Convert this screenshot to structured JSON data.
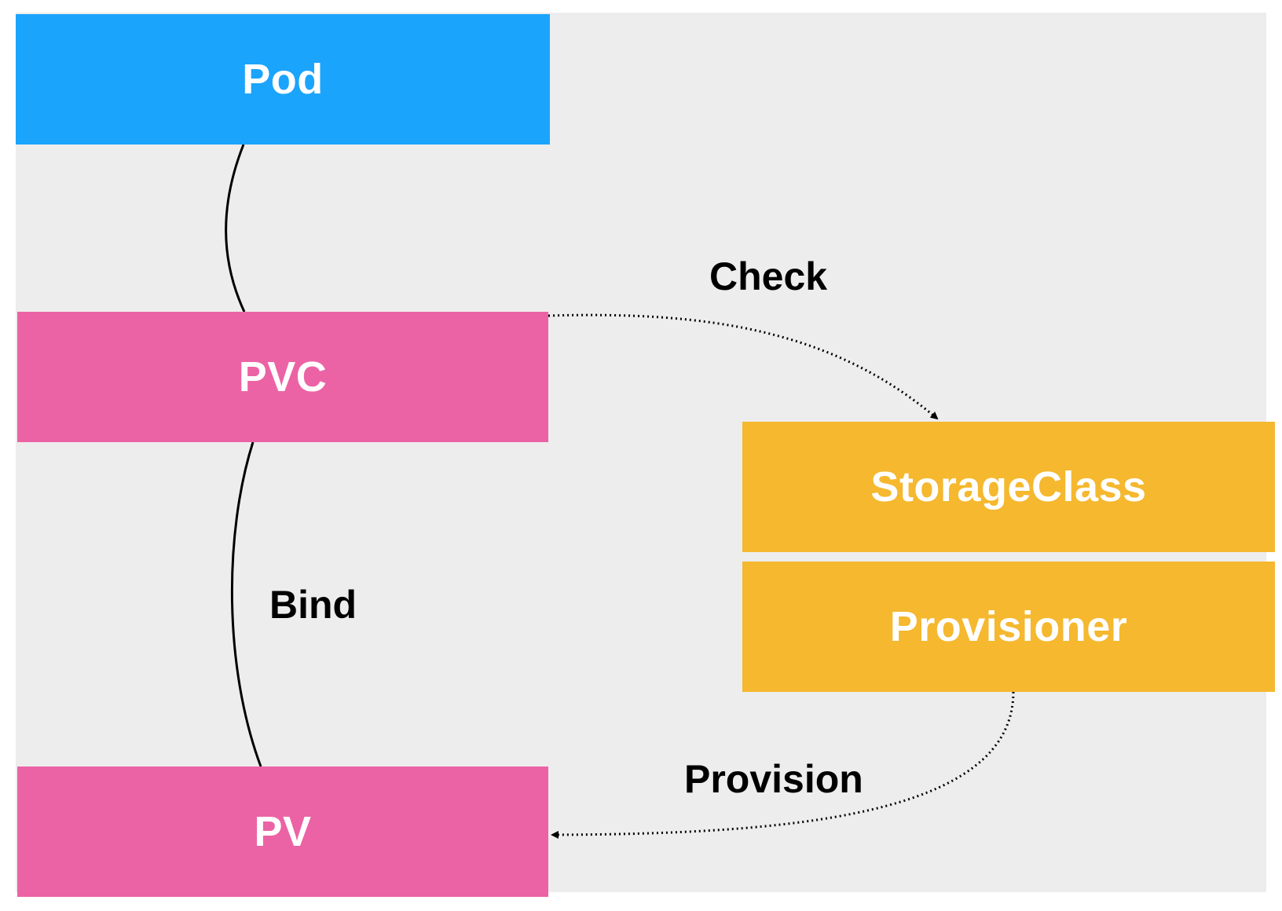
{
  "colors": {
    "canvas_background": "#ededed",
    "pod": "#1ba4fc",
    "pvc": "#ec63a5",
    "pv": "#ec63a5",
    "storageclass": "#f5b82e",
    "provisioner": "#f5b82e",
    "box_text": "#ffffff",
    "edge": "#000000"
  },
  "nodes": {
    "pod": "Pod",
    "pvc": "PVC",
    "pv": "PV",
    "storageclass": "StorageClass",
    "provisioner": "Provisioner"
  },
  "edges": {
    "pod_pvc": {
      "from": "Pod",
      "to": "PVC",
      "style": "solid",
      "arrow": false
    },
    "bind": {
      "from": "PVC",
      "to": "PV",
      "label": "Bind",
      "style": "solid",
      "arrow": false
    },
    "check": {
      "from": "PVC",
      "to": "StorageClass",
      "label": "Check",
      "style": "dotted",
      "arrow": true
    },
    "provision": {
      "from": "Provisioner",
      "to": "PV",
      "label": "Provision",
      "style": "dotted",
      "arrow": true
    }
  }
}
